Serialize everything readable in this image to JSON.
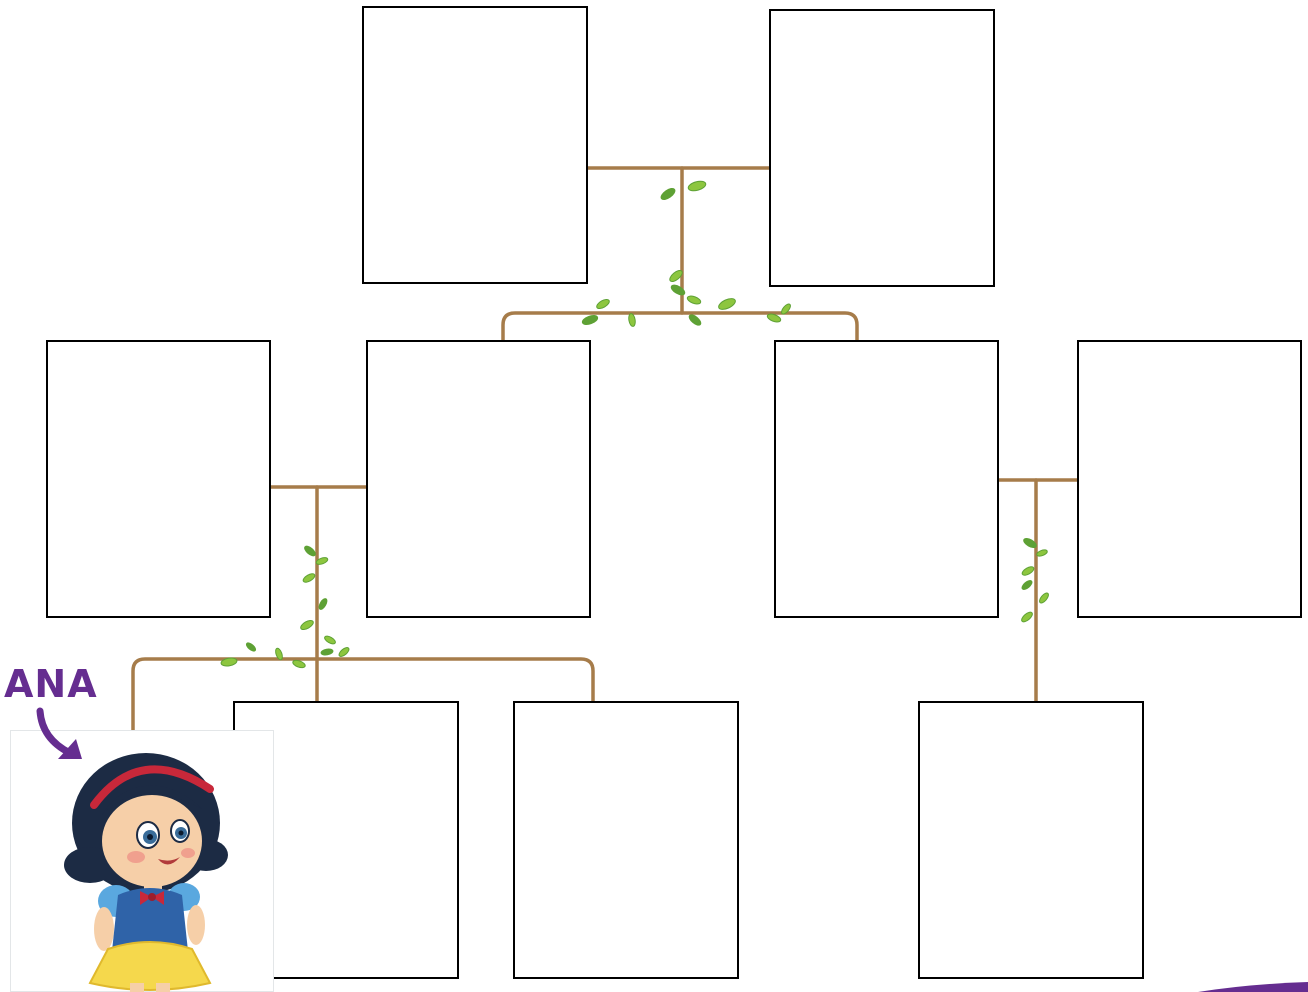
{
  "child": {
    "name": "ANA"
  },
  "colors": {
    "branch": "#a67c4a",
    "leaf": "#8dc63f",
    "leaf_dark": "#5ea135",
    "label": "#652d90",
    "box_border": "#000000"
  },
  "tree": {
    "generations": [
      {
        "level": "grandparents",
        "boxes": [
          "empty",
          "empty"
        ]
      },
      {
        "level": "parents-and-partners",
        "boxes": [
          "empty",
          "empty",
          "empty",
          "empty"
        ]
      },
      {
        "level": "children",
        "boxes": [
          "empty",
          "empty",
          "empty"
        ]
      }
    ]
  },
  "icons": [
    "vine-leaf-icon",
    "curved-arrow-icon",
    "girl-illustration"
  ]
}
